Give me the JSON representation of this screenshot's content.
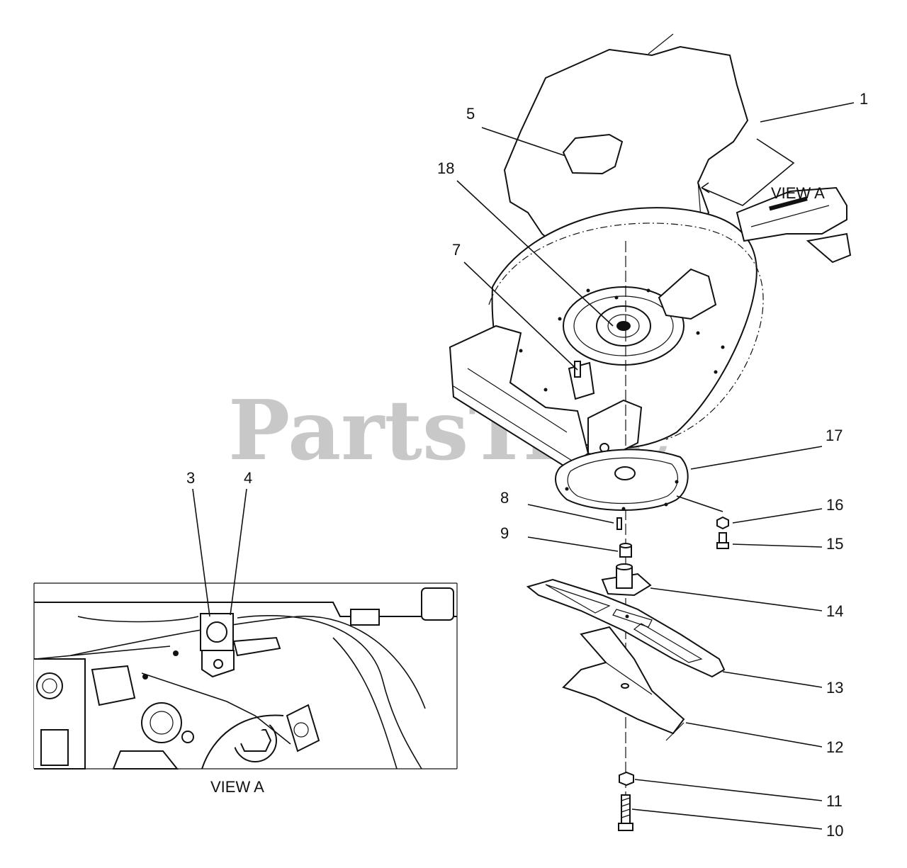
{
  "watermark": {
    "brand": "PartsTree",
    "trademark": "TM"
  },
  "view_labels": {
    "main": "VIEW A",
    "inset": "VIEW A"
  },
  "callouts": [
    {
      "id": "1",
      "label": "1"
    },
    {
      "id": "3",
      "label": "3"
    },
    {
      "id": "4",
      "label": "4"
    },
    {
      "id": "5",
      "label": "5"
    },
    {
      "id": "7",
      "label": "7"
    },
    {
      "id": "8",
      "label": "8"
    },
    {
      "id": "9",
      "label": "9"
    },
    {
      "id": "10",
      "label": "10"
    },
    {
      "id": "11",
      "label": "11"
    },
    {
      "id": "12",
      "label": "12"
    },
    {
      "id": "13",
      "label": "13"
    },
    {
      "id": "14",
      "label": "14"
    },
    {
      "id": "15",
      "label": "15"
    },
    {
      "id": "16",
      "label": "16"
    },
    {
      "id": "17",
      "label": "17"
    },
    {
      "id": "18",
      "label": "18"
    }
  ]
}
